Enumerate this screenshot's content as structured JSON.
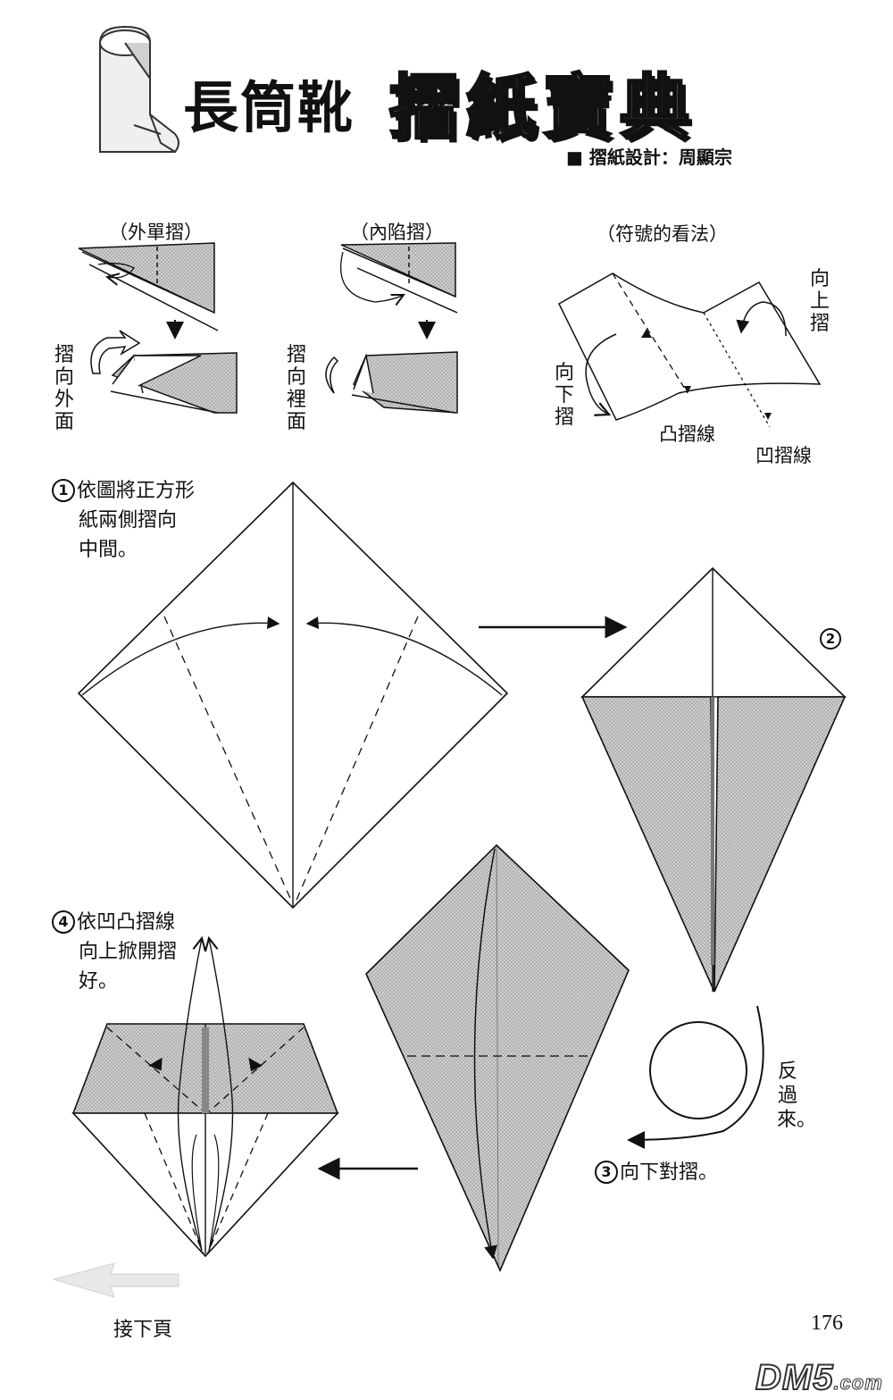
{
  "header": {
    "title": "長筒靴",
    "series": "摺紙寶典",
    "designer": "■ 摺紙設計：周顯宗"
  },
  "legend": {
    "outside_reverse": {
      "label": "（外單摺）",
      "side_text": "摺向外面"
    },
    "inside_reverse": {
      "label": "（內陷摺）",
      "side_text": "摺向裡面"
    },
    "symbols": {
      "label": "（符號的看法）",
      "fold_up": "向上摺",
      "fold_down": "向下摺",
      "mountain_fold": "凸摺線",
      "valley_fold": "凹摺線"
    }
  },
  "steps": [
    {
      "number": "1",
      "lines": [
        "依圖將正方形",
        "紙兩側摺向",
        "中間。"
      ]
    },
    {
      "number": "2",
      "lines": []
    },
    {
      "number": "3",
      "lines": [
        "向下對摺。"
      ],
      "turn_over": "反過來。"
    },
    {
      "number": "4",
      "lines": [
        "依凹凸摺線",
        "向上掀開摺",
        "好。"
      ]
    }
  ],
  "footer": {
    "next_page": "接下頁",
    "page_number": "176",
    "watermark": "DM5",
    "watermark_suffix": ".com"
  },
  "colors": {
    "paper": "#ffffff",
    "shade": "#c9c9c9",
    "ink": "#111111"
  }
}
